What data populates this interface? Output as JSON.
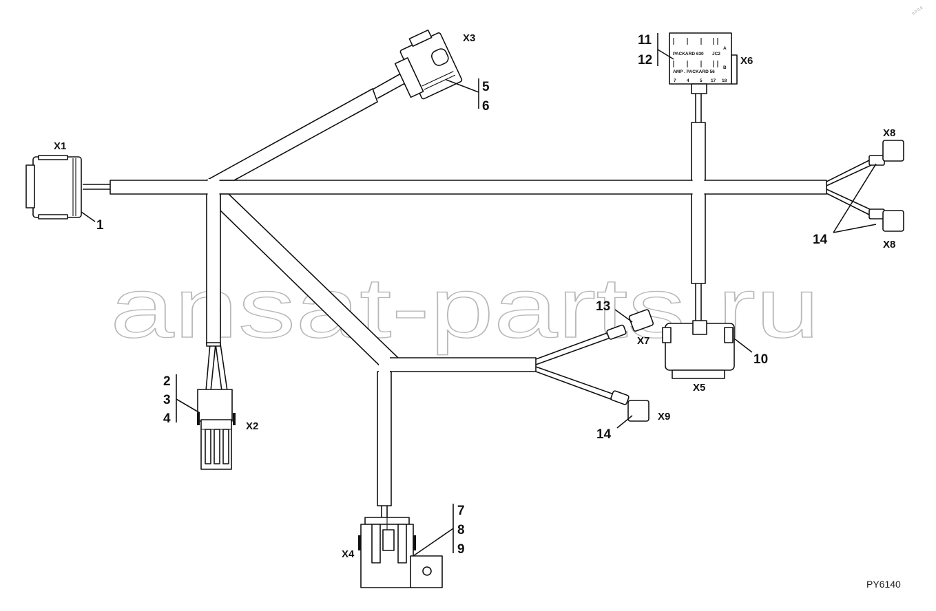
{
  "diagram": {
    "connectors": {
      "x1": "X1",
      "x2": "X2",
      "x3": "X3",
      "x4": "X4",
      "x5": "X5",
      "x6": "X6",
      "x7": "X7",
      "x8_top": "X8",
      "x8_bottom": "X8",
      "x9": "X9"
    },
    "callouts": {
      "c1": "1",
      "c2": "2",
      "c3": "3",
      "c4": "4",
      "c5": "5",
      "c6": "6",
      "c7": "7",
      "c8": "8",
      "c9": "9",
      "c10": "10",
      "c11": "11",
      "c12": "12",
      "c13": "13",
      "c14_right": "14",
      "c14_x9": "14"
    },
    "x6_markings": {
      "packard630": "PACKARD 630",
      "jc2": "JC2",
      "row_a": "A",
      "row_b": "B",
      "amp_packard56": "AMP . PACKARD 56",
      "pins": [
        "7",
        "4",
        "5",
        "17",
        "18"
      ]
    },
    "reference": "PY6140",
    "watermark": "ansat-parts.ru",
    "corner_stamp": "0.0 0.0"
  }
}
